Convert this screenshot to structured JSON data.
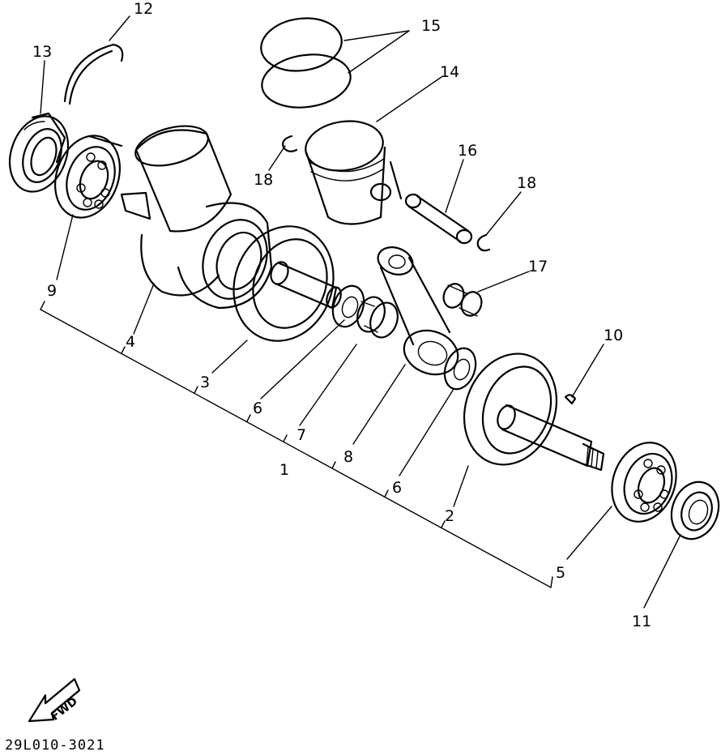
{
  "callouts": {
    "c1": "1",
    "c2": "2",
    "c3": "3",
    "c4": "4",
    "c5": "5",
    "c6a": "6",
    "c6b": "6",
    "c7": "7",
    "c8": "8",
    "c9": "9",
    "c10": "10",
    "c11": "11",
    "c12": "12",
    "c13": "13",
    "c14": "14",
    "c15": "15",
    "c16": "16",
    "c17": "17",
    "c18a": "18",
    "c18b": "18"
  },
  "fwd_arrow": {
    "label": "FWD"
  },
  "diagram_code": "29L010-3021"
}
